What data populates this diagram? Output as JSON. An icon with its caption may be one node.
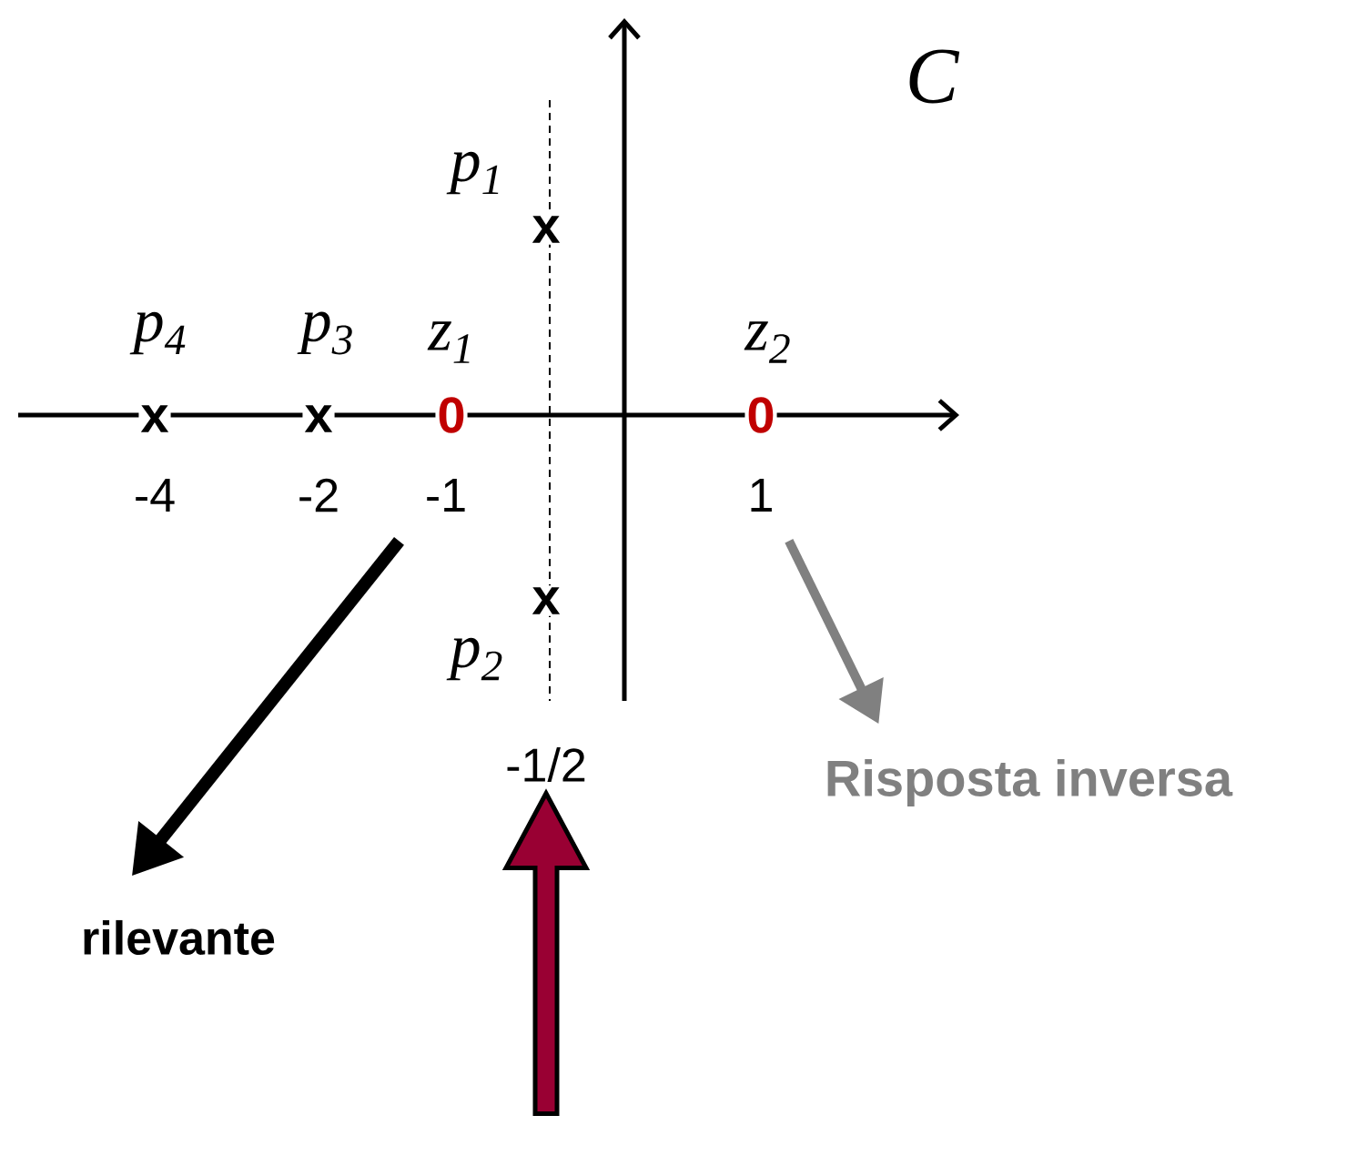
{
  "diagram": {
    "nodes": [
      {
        "text": [
          "-1"
        ]
      },
      {
        "text": [
          "1"
        ]
      },
      {
        "text": [
          "-1/2"
        ]
      },
      {
        "text": [
          "Risposta inversa"
        ]
      },
      {
        "text": [
          "rilevante"
        ]
      }
    ],
    "edges": [
      {
        "from": 0,
        "to": 4,
        "arrow": "to"
      },
      {
        "from": 1,
        "to": 3,
        "arrow": "to",
        "color": "#808080"
      },
      {
        "from": null,
        "to": 2,
        "arrow": "to",
        "style": "thick",
        "color": "#990033"
      }
    ],
    "labels": [
      "C",
      "p$_{1}$",
      "x",
      "p$_{4}$",
      "p$_{3}$",
      "z$_{1}$",
      "z$_{2}$",
      "x",
      "x",
      "0",
      "0",
      "-4",
      "-2",
      "x",
      "p$_{2}$"
    ]
  }
}
